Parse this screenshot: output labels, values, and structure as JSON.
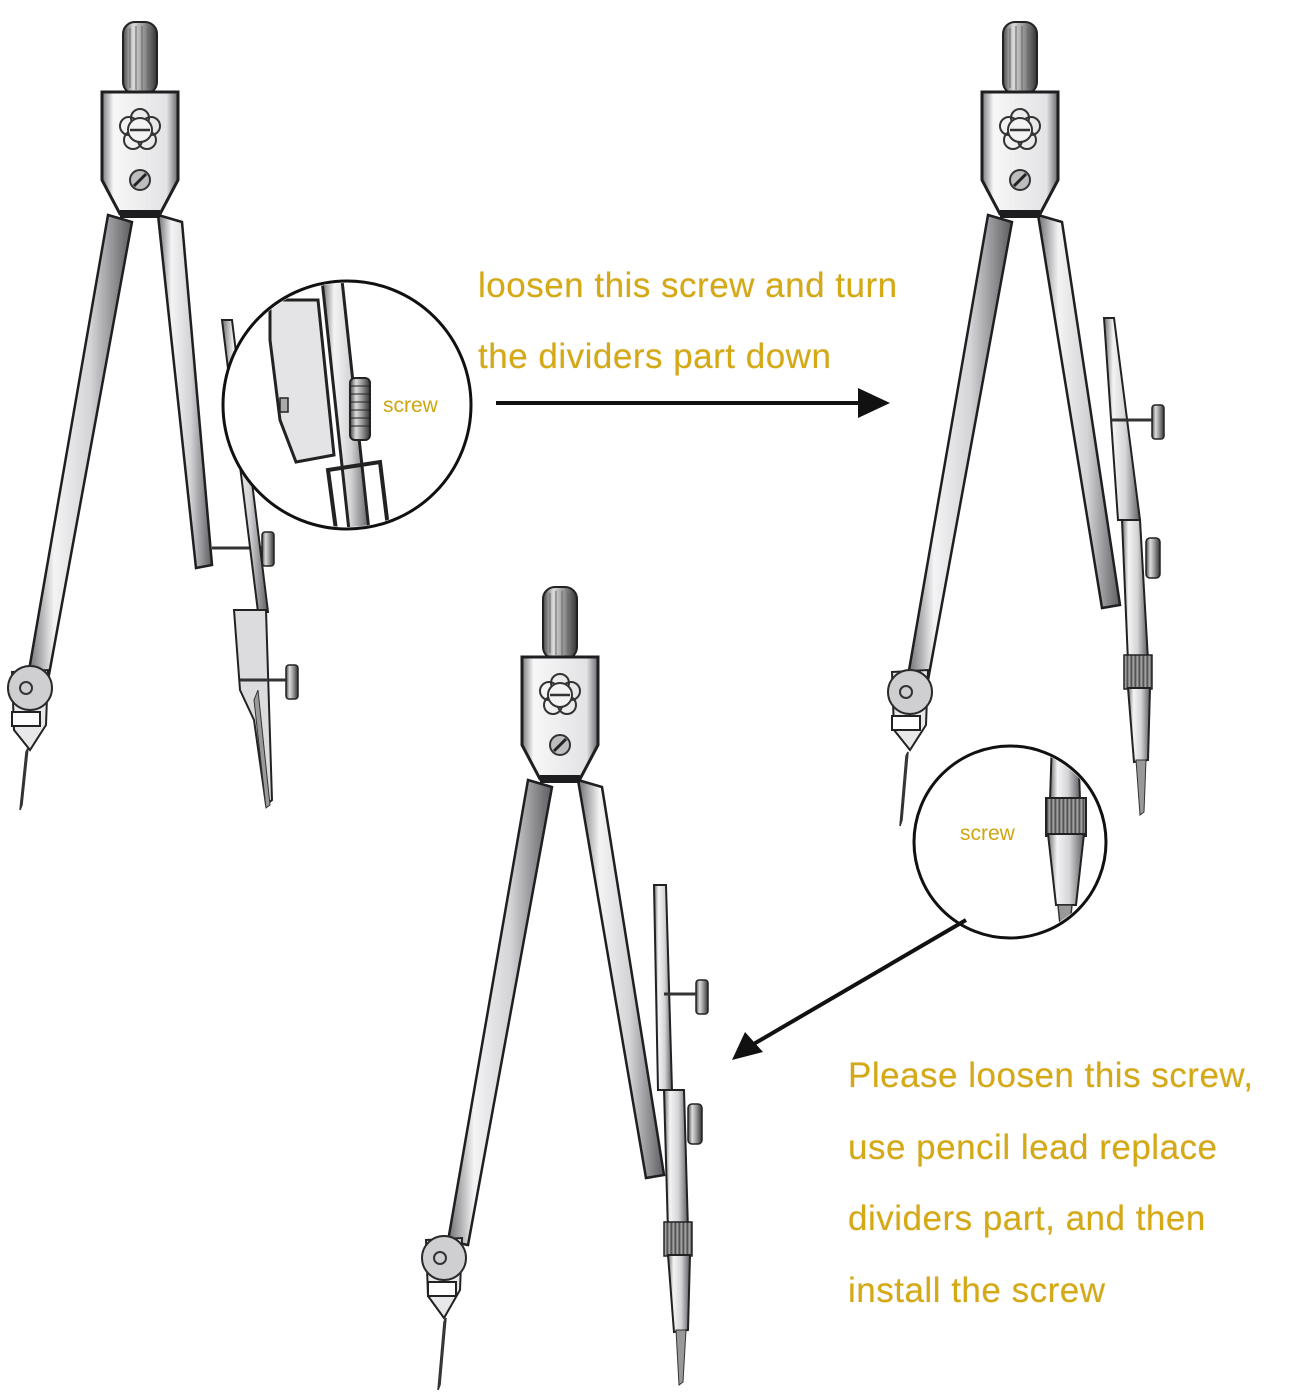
{
  "colors": {
    "caption_text": "#d4a913",
    "metal_light": "#eeeeef",
    "metal_mid": "#c9c9cc",
    "metal_dark": "#3a3a3d",
    "arrow": "#111111",
    "background": "#ffffff"
  },
  "step1": {
    "caption_lines": [
      "loosen this screw and turn",
      "the dividers part down"
    ],
    "callout_label": "screw",
    "arrow_direction": "right"
  },
  "step2": {
    "caption_lines": [
      "Please loosen this screw,",
      "use pencil lead replace",
      "dividers part, and then",
      "install the screw"
    ],
    "callout_label": "screw",
    "arrow_direction": "down-left"
  },
  "figures": [
    {
      "name": "compass-dividers-attached",
      "position": "top-left"
    },
    {
      "name": "compass-dividers-turned-down",
      "position": "top-right"
    },
    {
      "name": "compass-pencil-lead-installed",
      "position": "bottom-center"
    }
  ],
  "icons": {
    "arrow_right": "arrow-right-icon",
    "arrow_down_left": "arrow-down-left-icon",
    "magnifier_callout": "magnifier-circle-icon"
  }
}
